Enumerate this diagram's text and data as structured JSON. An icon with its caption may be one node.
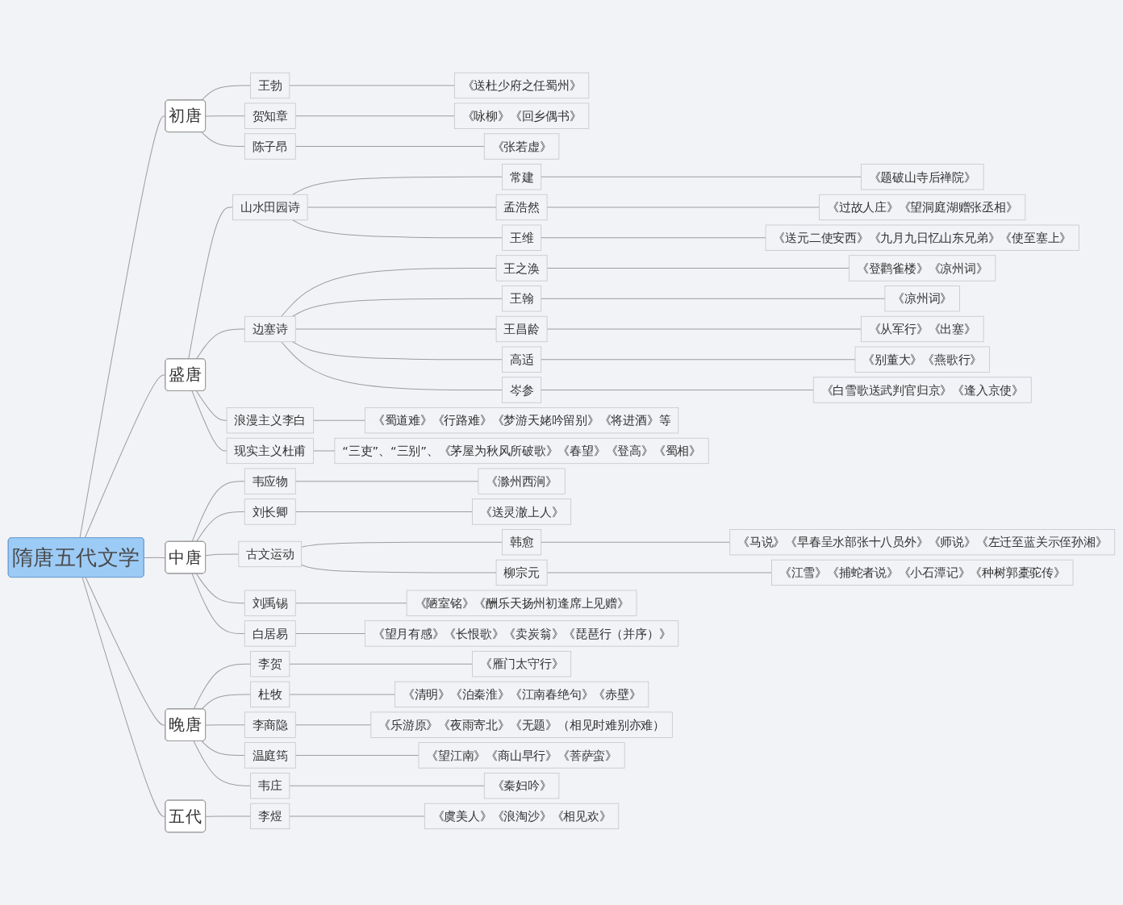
{
  "diagram": {
    "nodes": [
      {
        "text": [
          "隋唐五代文学"
        ]
      },
      {
        "text": [
          "初唐"
        ]
      },
      {
        "text": [
          "王勃"
        ]
      },
      {
        "text": [
          "《送杜少府之任蜀州》"
        ]
      },
      {
        "text": [
          "贺知章"
        ]
      },
      {
        "text": [
          "《咏柳》《回乡偶书》"
        ]
      },
      {
        "text": [
          "陈子昂"
        ]
      },
      {
        "text": [
          "《张若虚》"
        ]
      },
      {
        "text": [
          "盛唐"
        ]
      },
      {
        "text": [
          "山水田园诗"
        ]
      },
      {
        "text": [
          "常建"
        ]
      },
      {
        "text": [
          "《题破山寺后禅院》"
        ]
      },
      {
        "text": [
          "孟浩然"
        ]
      },
      {
        "text": [
          "《过故人庄》《望洞庭湖赠张丞相》"
        ]
      },
      {
        "text": [
          "王维"
        ]
      },
      {
        "text": [
          "《送元二使安西》《九月九日忆山东兄弟》《使至塞上》"
        ]
      },
      {
        "text": [
          "边塞诗"
        ]
      },
      {
        "text": [
          "王之涣"
        ]
      },
      {
        "text": [
          "《登鹳雀楼》《凉州词》"
        ]
      },
      {
        "text": [
          "王翰"
        ]
      },
      {
        "text": [
          "《凉州词》"
        ]
      },
      {
        "text": [
          "王昌龄"
        ]
      },
      {
        "text": [
          "《从军行》《出塞》"
        ]
      },
      {
        "text": [
          "高适"
        ]
      },
      {
        "text": [
          "《别董大》《燕歌行》"
        ]
      },
      {
        "text": [
          "岑参"
        ]
      },
      {
        "text": [
          "《白雪歌送武判官归京》《逢入京使》"
        ]
      },
      {
        "text": [
          "浪漫主义李白"
        ]
      },
      {
        "text": [
          "《蜀道难》《行路难》《梦游天姥吟留别》《将进酒》等"
        ]
      },
      {
        "text": [
          "现实主义杜甫"
        ]
      },
      {
        "text": [
          "“三吏”、“三别”、《茅屋为秋风所破歌》《春望》《登高》《蜀相》"
        ]
      },
      {
        "text": [
          "中唐"
        ]
      },
      {
        "text": [
          "韦应物"
        ]
      },
      {
        "text": [
          "《滁州西涧》"
        ]
      },
      {
        "text": [
          "刘长卿"
        ]
      },
      {
        "text": [
          "《送灵澈上人》"
        ]
      },
      {
        "text": [
          "古文运动"
        ]
      },
      {
        "text": [
          "韩愈"
        ]
      },
      {
        "text": [
          "《马说》《早春呈水部张十八员外》《师说》《左迁至蓝关示侄孙湘》"
        ]
      },
      {
        "text": [
          "柳宗元"
        ]
      },
      {
        "text": [
          "《江雪》《捕蛇者说》《小石潭记》《种树郭橐驼传》"
        ]
      },
      {
        "text": [
          "刘禹锡"
        ]
      },
      {
        "text": [
          "《陋室铭》《酬乐天扬州初逢席上见赠》"
        ]
      },
      {
        "text": [
          "白居易"
        ]
      },
      {
        "text": [
          "《望月有感》《长恨歌》《卖炭翁》《琵琶行（并序）》"
        ]
      },
      {
        "text": [
          "晚唐"
        ]
      },
      {
        "text": [
          "李贺"
        ]
      },
      {
        "text": [
          "《雁门太守行》"
        ]
      },
      {
        "text": [
          "杜牧"
        ]
      },
      {
        "text": [
          "《清明》《泊秦淮》《江南春绝句》《赤壁》"
        ]
      },
      {
        "text": [
          "李商隐"
        ]
      },
      {
        "text": [
          "《乐游原》《夜雨寄北》《无题》（相见时难别亦难）"
        ]
      },
      {
        "text": [
          "温庭筠"
        ]
      },
      {
        "text": [
          "《望江南》《商山早行》《菩萨蛮》"
        ]
      },
      {
        "text": [
          "韦庄"
        ]
      },
      {
        "text": [
          "《秦妇吟》"
        ]
      },
      {
        "text": [
          "五代"
        ]
      },
      {
        "text": [
          "李煜"
        ]
      },
      {
        "text": [
          "《虞美人》《浪淘沙》《相见欢》"
        ]
      }
    ],
    "edges": [
      {
        "from": 0,
        "to": 1,
        "arrow": "none"
      },
      {
        "from": 1,
        "to": 2,
        "arrow": "none"
      },
      {
        "from": 2,
        "to": 3,
        "arrow": "none"
      },
      {
        "from": 1,
        "to": 4,
        "arrow": "none"
      },
      {
        "from": 4,
        "to": 5,
        "arrow": "none"
      },
      {
        "from": 1,
        "to": 6,
        "arrow": "none"
      },
      {
        "from": 6,
        "to": 7,
        "arrow": "none"
      },
      {
        "from": 0,
        "to": 8,
        "arrow": "none"
      },
      {
        "from": 8,
        "to": 9,
        "arrow": "none"
      },
      {
        "from": 9,
        "to": 10,
        "arrow": "none"
      },
      {
        "from": 10,
        "to": 11,
        "arrow": "none"
      },
      {
        "from": 9,
        "to": 12,
        "arrow": "none"
      },
      {
        "from": 12,
        "to": 13,
        "arrow": "none"
      },
      {
        "from": 9,
        "to": 14,
        "arrow": "none"
      },
      {
        "from": 14,
        "to": 15,
        "arrow": "none"
      },
      {
        "from": 8,
        "to": 16,
        "arrow": "none"
      },
      {
        "from": 16,
        "to": 17,
        "arrow": "none"
      },
      {
        "from": 17,
        "to": 18,
        "arrow": "none"
      },
      {
        "from": 16,
        "to": 19,
        "arrow": "none"
      },
      {
        "from": 19,
        "to": 20,
        "arrow": "none"
      },
      {
        "from": 16,
        "to": 21,
        "arrow": "none"
      },
      {
        "from": 21,
        "to": 22,
        "arrow": "none"
      },
      {
        "from": 16,
        "to": 23,
        "arrow": "none"
      },
      {
        "from": 23,
        "to": 24,
        "arrow": "none"
      },
      {
        "from": 16,
        "to": 25,
        "arrow": "none"
      },
      {
        "from": 25,
        "to": 26,
        "arrow": "none"
      },
      {
        "from": 8,
        "to": 27,
        "arrow": "none"
      },
      {
        "from": 27,
        "to": 28,
        "arrow": "none"
      },
      {
        "from": 8,
        "to": 29,
        "arrow": "none"
      },
      {
        "from": 29,
        "to": 30,
        "arrow": "none"
      },
      {
        "from": 0,
        "to": 31,
        "arrow": "none"
      },
      {
        "from": 31,
        "to": 32,
        "arrow": "none"
      },
      {
        "from": 32,
        "to": 33,
        "arrow": "none"
      },
      {
        "from": 31,
        "to": 34,
        "arrow": "none"
      },
      {
        "from": 34,
        "to": 35,
        "arrow": "none"
      },
      {
        "from": 31,
        "to": 36,
        "arrow": "none"
      },
      {
        "from": 36,
        "to": 37,
        "arrow": "none"
      },
      {
        "from": 37,
        "to": 38,
        "arrow": "none"
      },
      {
        "from": 36,
        "to": 39,
        "arrow": "none"
      },
      {
        "from": 39,
        "to": 40,
        "arrow": "none"
      },
      {
        "from": 31,
        "to": 41,
        "arrow": "none"
      },
      {
        "from": 41,
        "to": 42,
        "arrow": "none"
      },
      {
        "from": 31,
        "to": 43,
        "arrow": "none"
      },
      {
        "from": 43,
        "to": 44,
        "arrow": "none"
      },
      {
        "from": 0,
        "to": 45,
        "arrow": "none"
      },
      {
        "from": 45,
        "to": 46,
        "arrow": "none"
      },
      {
        "from": 46,
        "to": 47,
        "arrow": "none"
      },
      {
        "from": 45,
        "to": 48,
        "arrow": "none"
      },
      {
        "from": 48,
        "to": 49,
        "arrow": "none"
      },
      {
        "from": 45,
        "to": 50,
        "arrow": "none"
      },
      {
        "from": 50,
        "to": 51,
        "arrow": "none"
      },
      {
        "from": 45,
        "to": 52,
        "arrow": "none"
      },
      {
        "from": 52,
        "to": 53,
        "arrow": "none"
      },
      {
        "from": 45,
        "to": 54,
        "arrow": "none"
      },
      {
        "from": 54,
        "to": 55,
        "arrow": "none"
      },
      {
        "from": 0,
        "to": 56,
        "arrow": "none"
      },
      {
        "from": 56,
        "to": 57,
        "arrow": "none"
      },
      {
        "from": 57,
        "to": 58,
        "arrow": "none"
      }
    ]
  }
}
